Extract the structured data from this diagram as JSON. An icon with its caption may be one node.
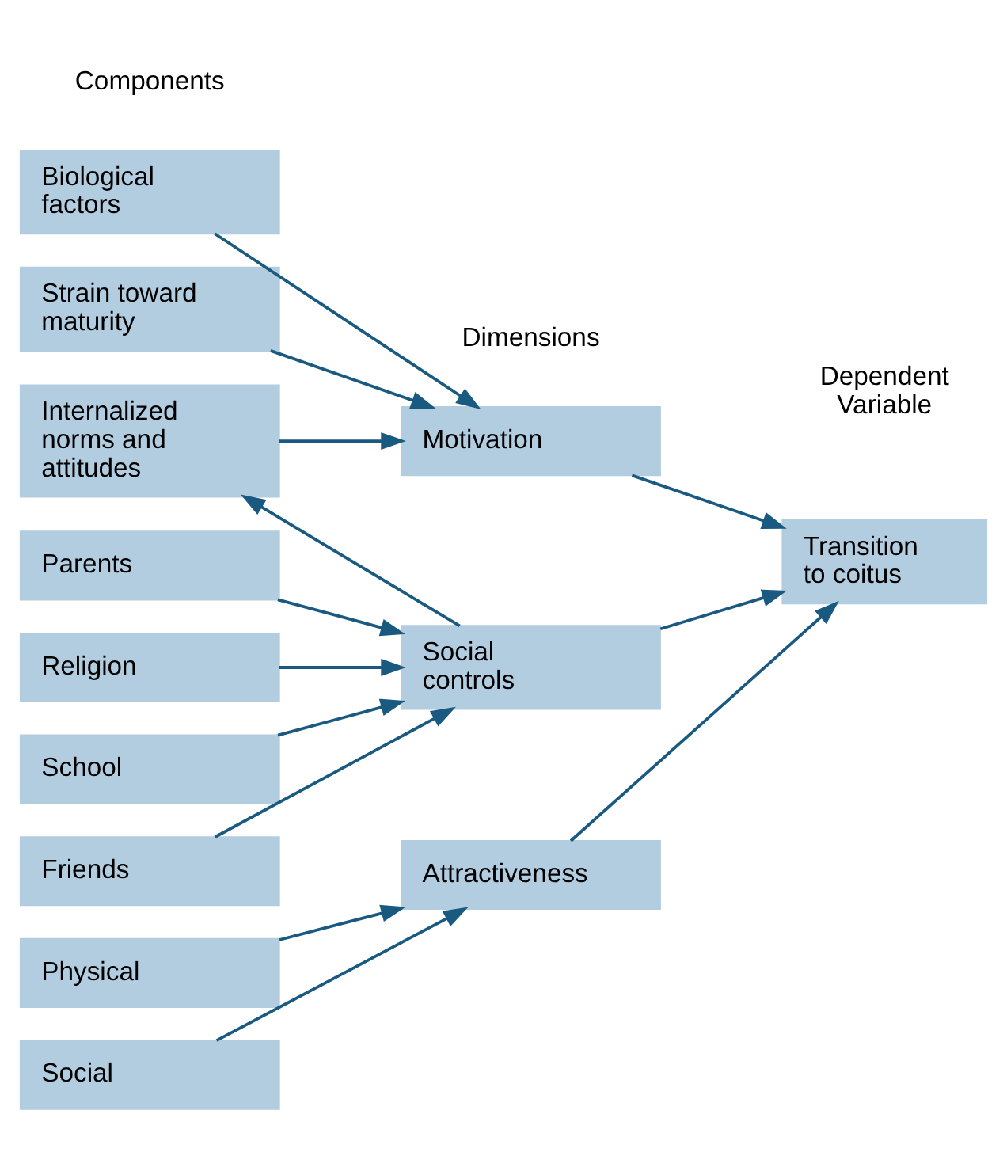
{
  "diagram": {
    "nodes": [
      {
        "text": [
          "Biological factors"
        ]
      },
      {
        "text": [
          "Strain toward maturity"
        ]
      },
      {
        "text": [
          "Internalized norms and attitudes"
        ]
      },
      {
        "text": [
          "Parents"
        ]
      },
      {
        "text": [
          "Religion"
        ]
      },
      {
        "text": [
          "School"
        ]
      },
      {
        "text": [
          "Friends"
        ]
      },
      {
        "text": [
          "Physical"
        ]
      },
      {
        "text": [
          "Social"
        ]
      },
      {
        "text": [
          "Motivation"
        ]
      },
      {
        "text": [
          "Social controls"
        ]
      },
      {
        "text": [
          "Attractiveness"
        ]
      },
      {
        "text": [
          "Transition to coitus"
        ]
      }
    ],
    "edges": [
      {
        "from": 0,
        "to": 9,
        "arrow": "to"
      },
      {
        "from": 1,
        "to": 9,
        "arrow": "to"
      },
      {
        "from": 2,
        "to": 9,
        "arrow": "to"
      },
      {
        "from": 10,
        "to": 2,
        "arrow": "to"
      },
      {
        "from": 3,
        "to": 10,
        "arrow": "to"
      },
      {
        "from": 4,
        "to": 10,
        "arrow": "to"
      },
      {
        "from": 5,
        "to": 10,
        "arrow": "to"
      },
      {
        "from": 6,
        "to": 10,
        "arrow": "to"
      },
      {
        "from": 7,
        "to": 11,
        "arrow": "to"
      },
      {
        "from": 8,
        "to": 11,
        "arrow": "to"
      },
      {
        "from": 9,
        "to": 12,
        "arrow": "to"
      },
      {
        "from": 10,
        "to": 12,
        "arrow": "to"
      },
      {
        "from": 11,
        "to": 12,
        "arrow": "to"
      }
    ],
    "labels": [
      "Components",
      "Dimensions",
      "Dependent Variable"
    ]
  }
}
